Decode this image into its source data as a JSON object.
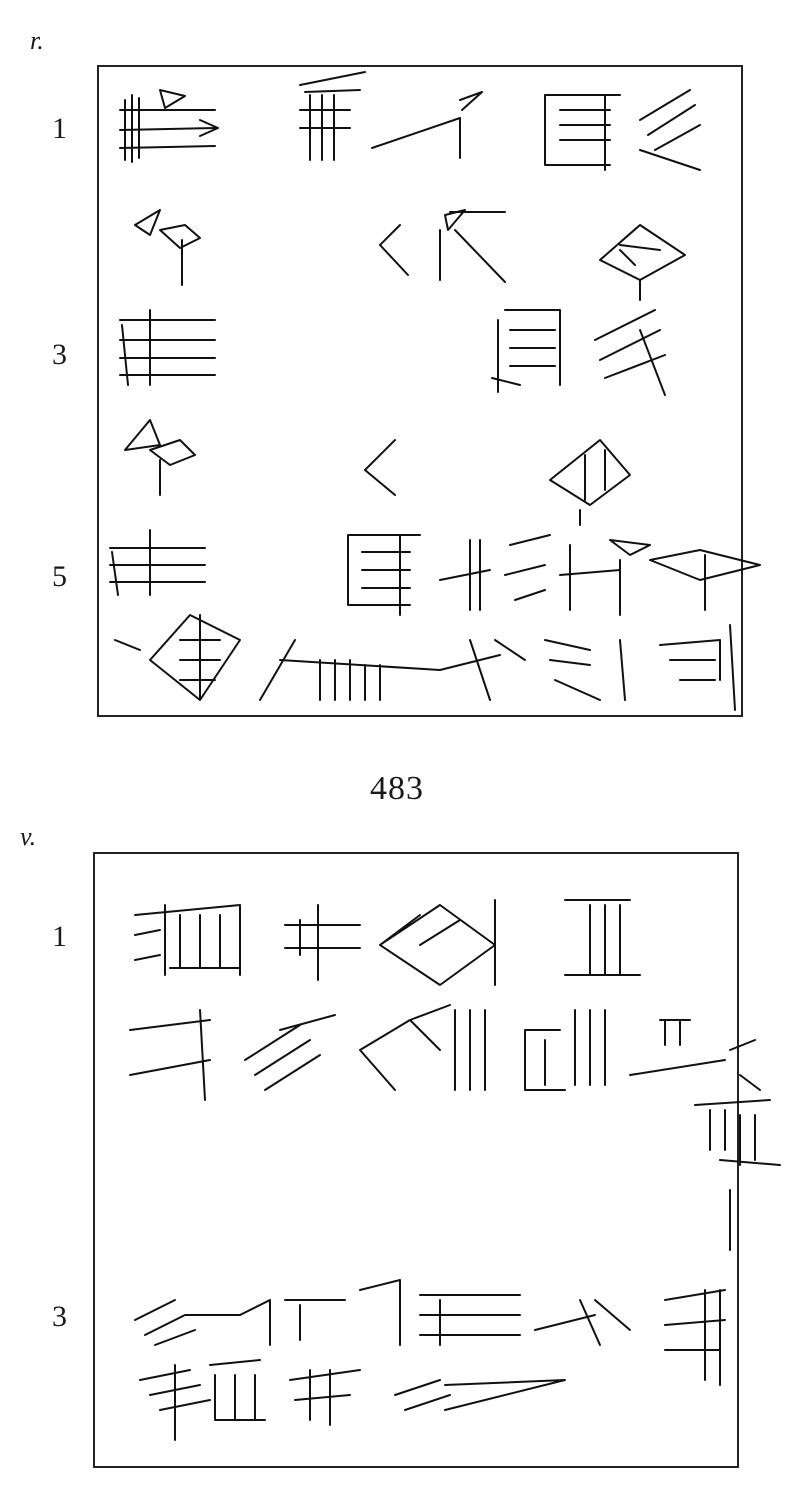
{
  "obverse": {
    "side_label": "r.",
    "line_numbers": [
      "1",
      "3",
      "5"
    ]
  },
  "tablet_number": "483",
  "reverse": {
    "side_label": "v.",
    "line_numbers": [
      "1",
      "3"
    ]
  },
  "ink_color": "#111111"
}
